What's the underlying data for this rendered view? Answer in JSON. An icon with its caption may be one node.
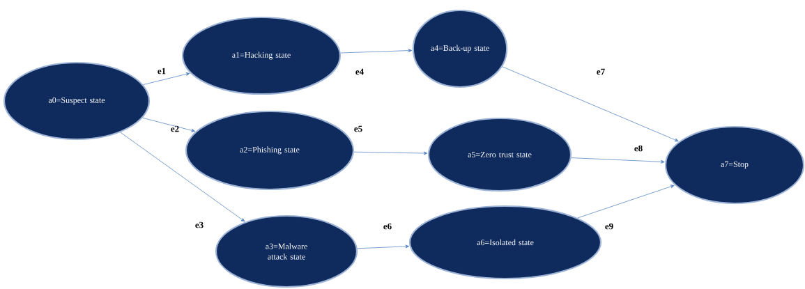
{
  "diagram": {
    "nodes": [
      {
        "text": [
          "a0=Suspect state"
        ]
      },
      {
        "text": [
          "a1=Hacking state"
        ]
      },
      {
        "text": [
          "a2=Phishing state"
        ]
      },
      {
        "text": [
          "a3=Malware attack state"
        ]
      },
      {
        "text": [
          "a4=Back-up state"
        ]
      },
      {
        "text": [
          "a5=Zero trust state"
        ]
      },
      {
        "text": [
          "a6=Isolated state"
        ]
      },
      {
        "text": [
          "a7=Stop"
        ]
      }
    ],
    "edges": [
      {
        "from": 0,
        "to": 1,
        "arrow": "to",
        "label": "e1"
      },
      {
        "from": 0,
        "to": 2,
        "arrow": "to",
        "label": "e2"
      },
      {
        "from": 0,
        "to": 3,
        "arrow": "to",
        "label": "e3"
      },
      {
        "from": 1,
        "to": 4,
        "arrow": "to",
        "label": "e4"
      },
      {
        "from": 2,
        "to": 5,
        "arrow": "to",
        "label": "e5"
      },
      {
        "from": 3,
        "to": 6,
        "arrow": "to",
        "label": "e6"
      },
      {
        "from": 4,
        "to": 7,
        "arrow": "to",
        "label": "e7"
      },
      {
        "from": 5,
        "to": 7,
        "arrow": "to",
        "label": "e8"
      },
      {
        "from": 6,
        "to": 7,
        "arrow": "to",
        "label": "e9"
      }
    ]
  }
}
